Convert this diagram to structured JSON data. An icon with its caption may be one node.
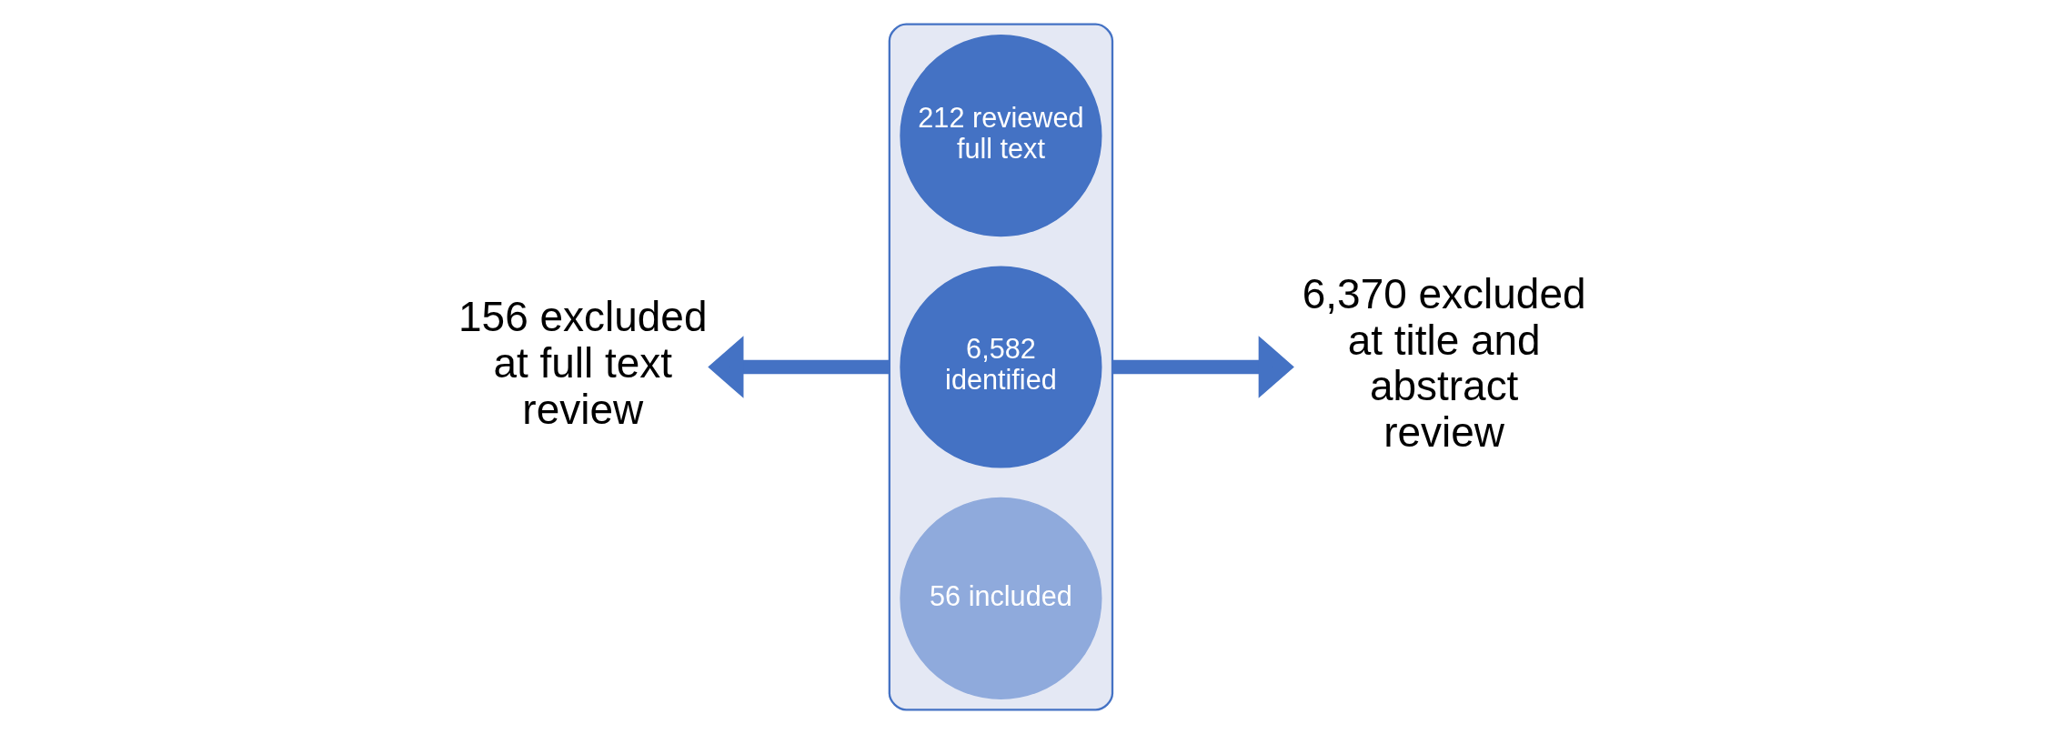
{
  "diagram": {
    "nodes": [
      {
        "text": [],
        "shape": "funnel"
      },
      {
        "text": [
          "156 excluded at full text review"
        ]
      },
      {
        "text": [
          "212 reviewed full text"
        ],
        "in": 0
      },
      {
        "text": [
          "6,582 identified"
        ],
        "in": 0
      },
      {
        "text": [
          "56 included"
        ],
        "in": 0
      },
      {
        "text": [
          "6,370 excluded at title and abstract review"
        ]
      }
    ],
    "edges": [
      {
        "from": 0,
        "to": 1,
        "arrow": "to"
      },
      {
        "from": 0,
        "to": 5,
        "arrow": "to"
      }
    ]
  }
}
